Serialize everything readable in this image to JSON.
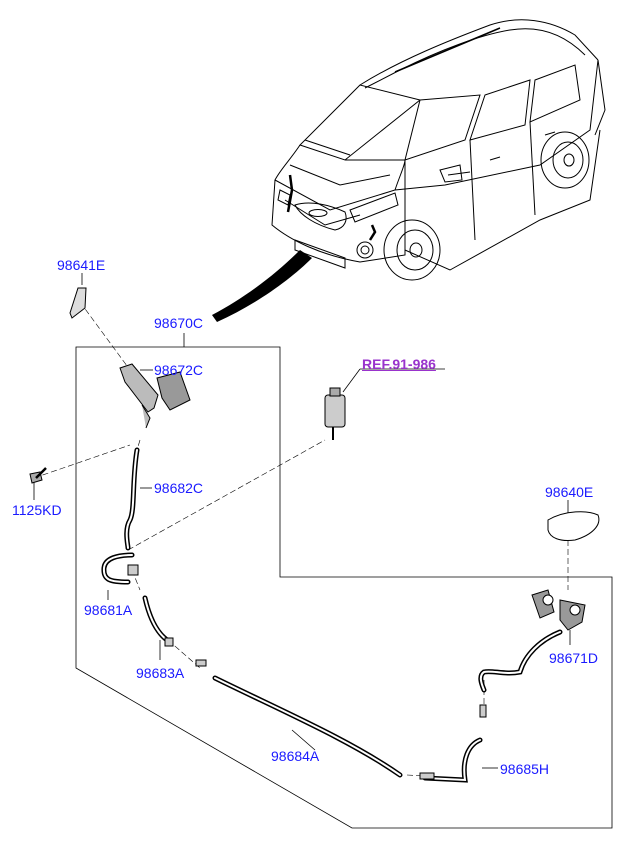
{
  "labels": {
    "p98641E": "98641E",
    "p98670C": "98670C",
    "p98672C": "98672C",
    "ref": "REF.91-986",
    "p1125KD": "1125KD",
    "p98682C": "98682C",
    "p98640E": "98640E",
    "p98681A": "98681A",
    "p98671D": "98671D",
    "p98683A": "98683A",
    "p98684A": "98684A",
    "p98685H": "98685H"
  },
  "colors": {
    "part_label": "#1a1aff",
    "ref_label": "#9933cc",
    "line": "#000000"
  }
}
